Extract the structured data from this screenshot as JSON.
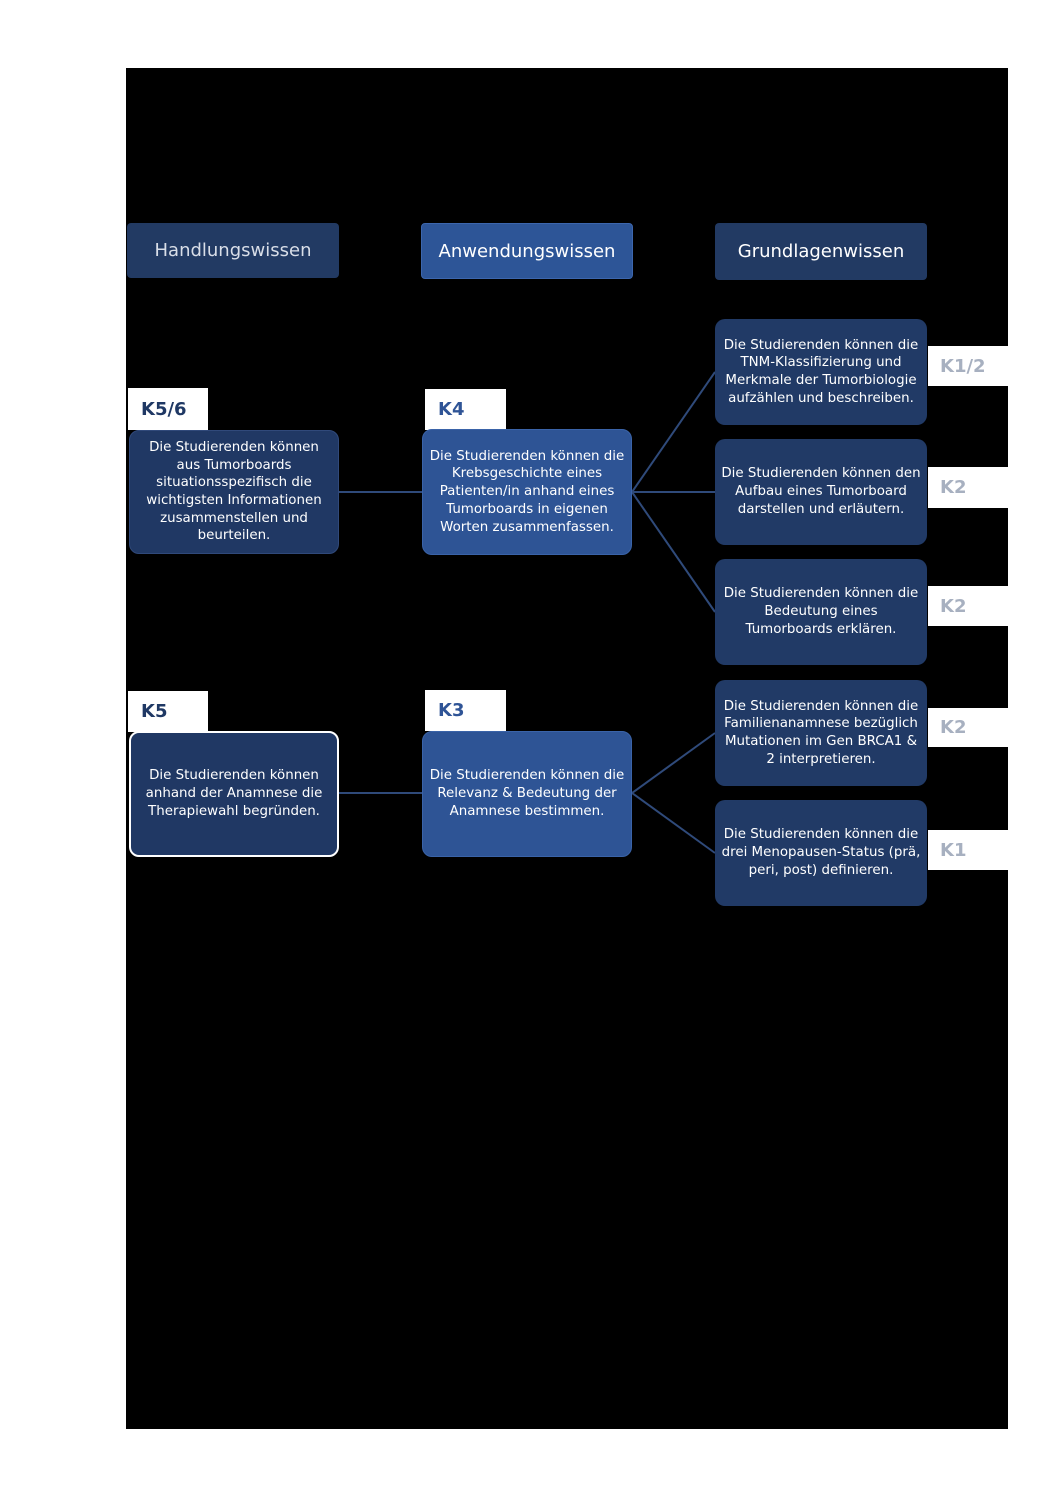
{
  "headers": {
    "handlung": "Handlungswissen",
    "anwendung": "Anwendungswissen",
    "grundlagen": "Grundlagenwissen"
  },
  "levels": {
    "k56": "K5/6",
    "k4": "K4",
    "k5": "K5",
    "k3": "K3",
    "r1": "K1/2",
    "r2": "K2",
    "r3": "K2",
    "r4": "K2",
    "r5": "K1"
  },
  "boxes": {
    "handlung_1": "Die Studierenden können aus Tumorboards situationsspezifisch die wichtigsten Informationen zusammenstellen und beurteilen.",
    "anwendung_1": "Die Studierenden können die Krebsgeschichte eines Patienten/in anhand eines Tumorboards in eigenen Worten zusammenfassen.",
    "handlung_2": "Die Studierenden können anhand der Anamnese die Therapiewahl begründen.",
    "anwendung_2": "Die Studierenden können die Relevanz & Bedeutung der Anamnese bestimmen.",
    "grund_1": "Die Studierenden können die TNM-Klassifizierung und Merkmale der Tumorbiologie aufzählen und beschreiben.",
    "grund_2": "Die Studierenden können den Aufbau eines Tumorboard darstellen und erläutern.",
    "grund_3": "Die Studierenden können die Bedeutung eines Tumorboards erklären.",
    "grund_4": "Die Studierenden können die Familienanamnese bezüglich Mutationen im Gen BRCA1 & 2 interpretieren.",
    "grund_5": "Die Studierenden können die drei Menopausen-Status (prä, peri, post) definieren."
  }
}
